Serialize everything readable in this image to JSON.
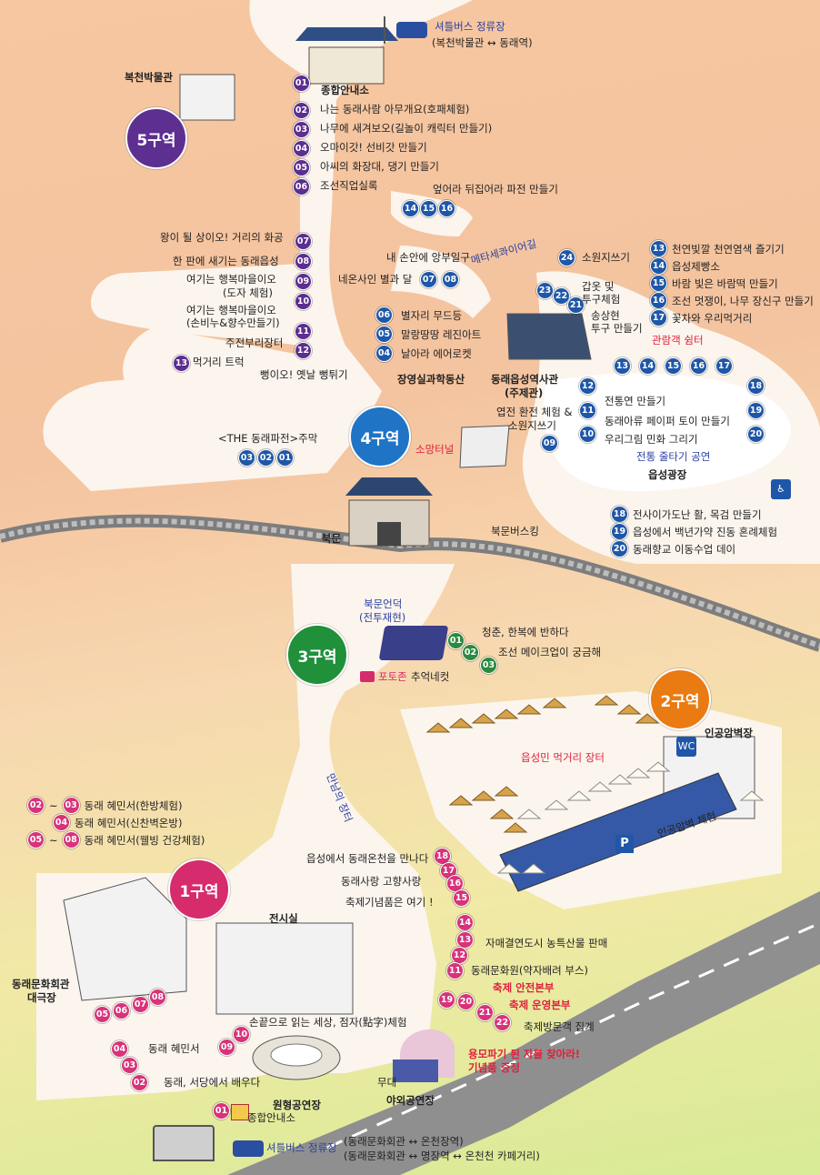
{
  "colors": {
    "zone1": "#d62b6c",
    "zone2": "#ea7b12",
    "zone3": "#20903b",
    "zone4": "#1f74c5",
    "zone5": "#5d2f91",
    "road": "#fbf5ee",
    "highway": "#8f8f8f",
    "wall": "#7d7d7d"
  },
  "zones": {
    "z1": "1구역",
    "z2": "2구역",
    "z3": "3구역",
    "z4": "4구역",
    "z5": "5구역"
  },
  "top": {
    "shuttle_label": "셔틀버스 정류장",
    "shuttle_route": "(복천박물관 ↔ 동래역)",
    "bokcheon": "복천박물관"
  },
  "zone5_list": {
    "01": "종합안내소",
    "02": "나는 동래사람 아무개요(호패체험)",
    "03": "나무에 새겨보오(길놀이 캐릭터 만들기)",
    "04": "오마이갓! 선비갓 만들기",
    "05": "아씨의 화장대, 댕기 만들기",
    "06": "조선직업실록"
  },
  "zone5_left": {
    "07": "왕이 될 상이오! 거리의 화공",
    "08": "한 판에 새기는 동래읍성",
    "09a": "여기는 행복마을이오",
    "09b": "(도자 체험)",
    "10a": "여기는 행복마을이오",
    "10b": "(손비누&향수만들기)",
    "11": "주전부리장터",
    "12": "뻥이오! 옛날 뻥튀기",
    "13": "먹거리 트럭"
  },
  "zone4": {
    "pajeon": "엎어라 뒤집어라 파전 만들기",
    "hands": "내 손안에 앙부일구",
    "neon": "네온사인 별과 달",
    "star": "별자리 무드등",
    "mallang": "말랑땅땅 레진아트",
    "fly": "날아라 에어로켓",
    "jangyoungsil": "장영실과학동산",
    "meta": "메타세콰이어길",
    "wish": "소원지쓰기",
    "gapot_a": "갑옷 및",
    "gapot_b": "투구체험",
    "song_a": "송상현",
    "song_b": "투구 만들기",
    "hall_a": "동래읍성역사관",
    "hall_b": "(주제관)",
    "rest": "관람객 쉼터",
    "kite": "전통연 만들기",
    "paper": "동래아류 페이퍼 토이 만들기",
    "folk": "우리그림 민화 그리기",
    "rope": "전통 줄타기 공연",
    "square": "읍성광장",
    "exchange_a": "엽전 환전 체험 &",
    "exchange_b": "소원지쓰기",
    "tunnel": "소망터널",
    "the_a": "<THE 동래파전>주막",
    "bukmun": "북문",
    "busking": "북문버스킹"
  },
  "zone4_legend": {
    "13": "천연빛깔 천연염색 즐기기",
    "14": "읍성제빵소",
    "15": "바람 빛은 바람떡 만들기",
    "16": "조선 멋쟁이, 나무 장신구 만들기",
    "17": "꽃차와 우리먹거리",
    "18": "전사이가도난 활, 목검 만들기",
    "19": "읍성에서 백년가약 진동 혼례체험",
    "20": "동래향교 이동수업 데이"
  },
  "zone3": {
    "hill_a": "북문언덕",
    "hill_b": "(전투재현)",
    "c01": "청춘, 한복에 반하다",
    "c02": "조선 메이크업이 궁금해",
    "photo": "포토존",
    "memory": "추억네컷"
  },
  "zone2": {
    "climb": "인공암벽장",
    "food": "읍성민 먹거리 장터",
    "climb_exp": "인공암벽 체험",
    "road": "만남의 장터"
  },
  "zone1_legend": {
    "r1_range_a": "02",
    "r1_range_b": "03",
    "r1": "동래 혜민서(한방체험)",
    "r2_num": "04",
    "r2": "동래 혜민서(신찬벽온방)",
    "r3_range_a": "05",
    "r3_range_b": "08",
    "r3": "동래 혜민서(웰빙 건강체험)"
  },
  "zone1_path": {
    "18": "읍성에서 동래온천을 만나다",
    "17": "동래사랑 고향사랑",
    "16": "축제기념품은 여기 !",
    "13": "자매결연도시 농특산물 판매",
    "11": "동래문화원(약자배려 부스)",
    "20": "축제 안전본부",
    "21": "축제 운영본부",
    "22": "축제방문객 집계",
    "find_a": "용모파기 된 자를 찾아라!",
    "find_b": "기념품 증정"
  },
  "zone1": {
    "culture_a": "동래문화회관",
    "culture_b": "대극장",
    "exhibit": "전시실",
    "braille": "손끝으로 읽는 세상, 점자(點字)체험",
    "heminseo": "동래 혜민서",
    "seodang": "동래, 서당에서 배우다",
    "round": "원형공연장",
    "stage": "무대",
    "outdoor": "야외공연장",
    "info": "종합안내소",
    "shuttle": "셔틀버스 정류장",
    "route_a": "(동래문화회관 ↔ 온천장역)",
    "route_b": "(동래문화회관 ↔ 명장역 ↔ 온천천 카페거리)"
  }
}
